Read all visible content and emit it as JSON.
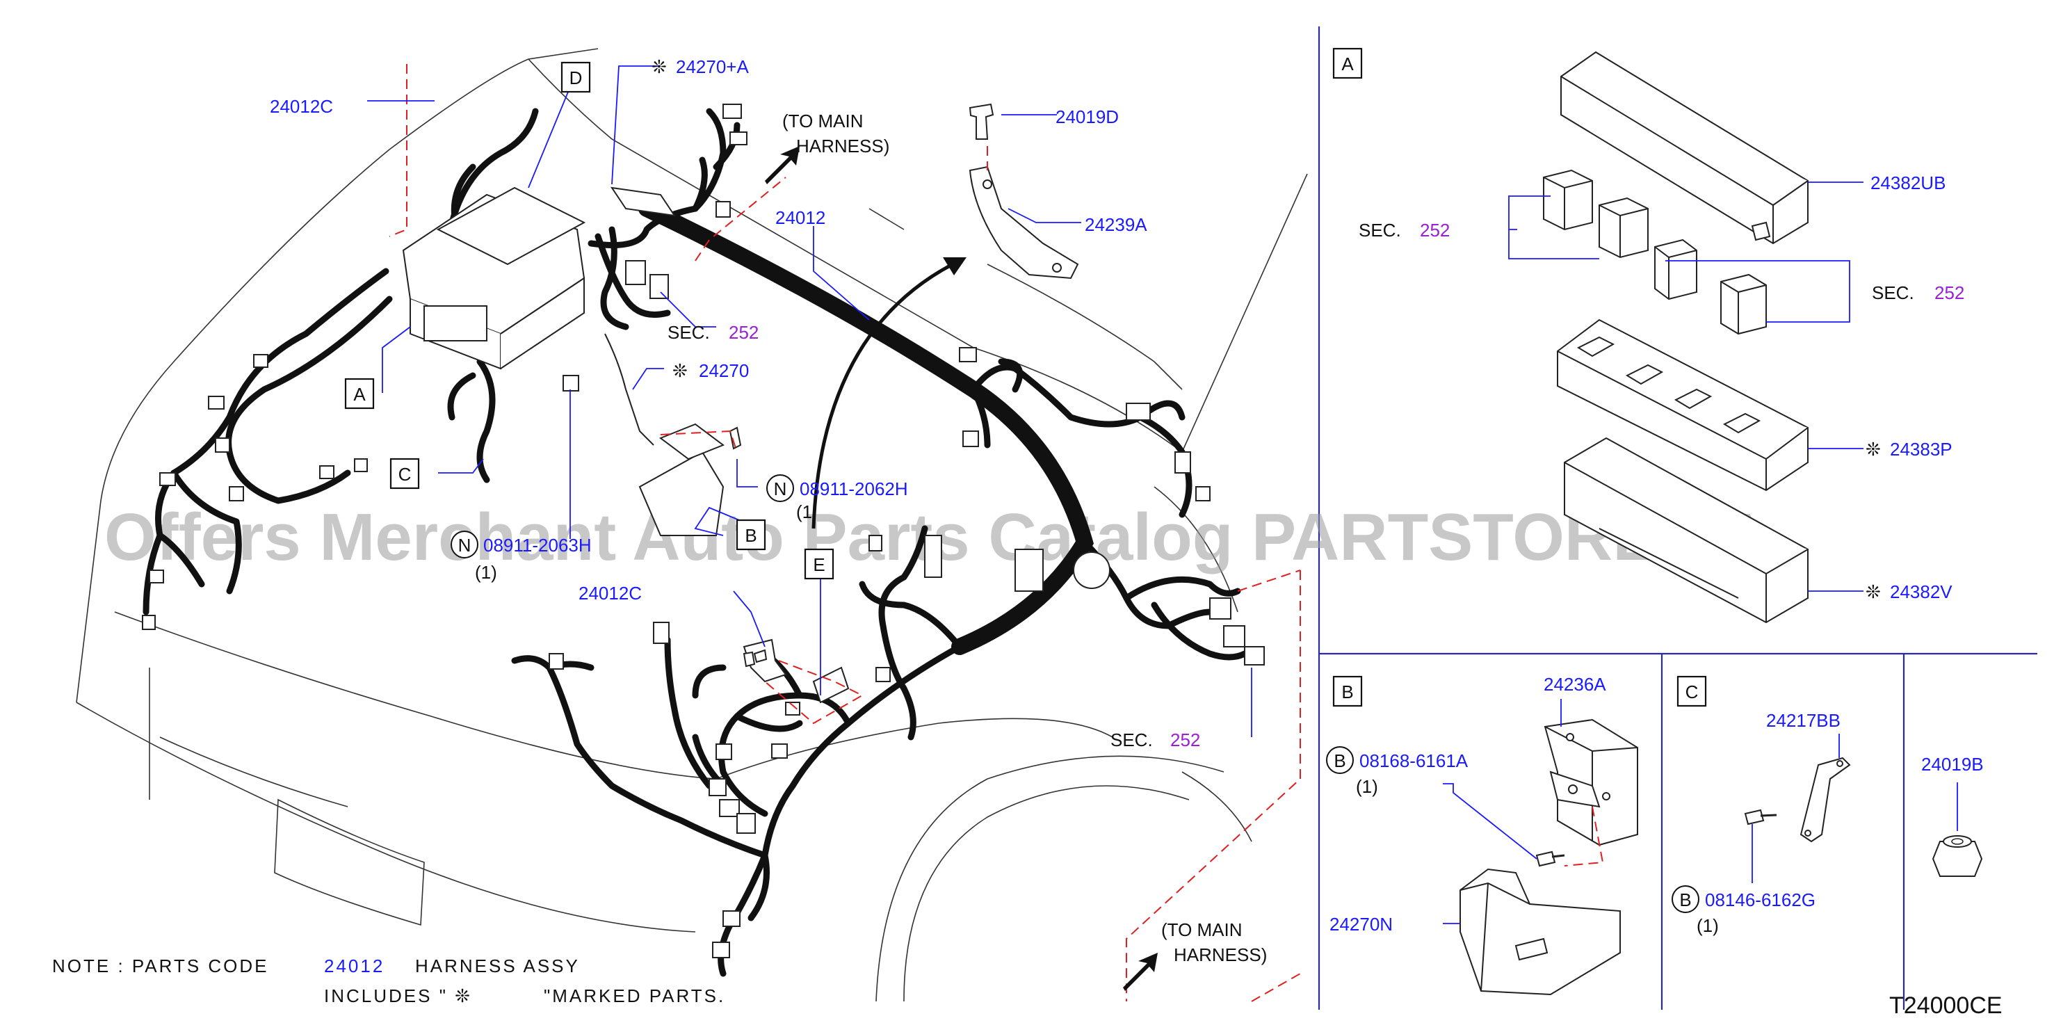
{
  "watermark": "Offers Merchant Auto Parts Catalog PARTSTORE.SA",
  "diagram_code": "T24000CE",
  "note": {
    "line1_prefix": "NOTE : PARTS CODE",
    "line1_code": "24012",
    "line1_suffix": "HARNESS ASSY",
    "line2_prefix": "INCLUDES \" ❊",
    "line2_suffix": "\"MARKED PARTS."
  },
  "symbols": {
    "marked": "❊",
    "sec": "SEC."
  },
  "callout_boxes": {
    "A": "A",
    "B": "B",
    "C": "C",
    "D": "D",
    "E": "E"
  },
  "main_view": {
    "p_24012C_top": "24012C",
    "p_24270A": "24270+A",
    "p_24019D": "24019D",
    "p_24239A": "24239A",
    "p_24012": "24012",
    "p_24270": "24270",
    "sec_252_a": "252",
    "sec_252_b": "252",
    "to_main_1_l1": "(TO MAIN",
    "to_main_1_l2": "HARNESS)",
    "to_main_2_l1": "(TO MAIN",
    "to_main_2_l2": "HARNESS)",
    "n_symbol": "N",
    "p_08911_a": "08911-2062H",
    "p_08911_a_qty": "(1",
    "p_08911_b": "08911-2063H",
    "p_08911_b_qty": "(1)",
    "p_24012C_mid": "24012C"
  },
  "panel_A": {
    "p_24382UB": "24382UB",
    "sec_252_a": "252",
    "sec_252_b": "252",
    "p_24383P": "24383P",
    "p_24382V": "24382V"
  },
  "panel_B": {
    "p_24236A": "24236A",
    "b_symbol": "B",
    "p_08168": "08168-6161A",
    "p_08168_qty": "(1)",
    "p_24270N": "24270N"
  },
  "panel_C": {
    "p_24217BB": "24217BB",
    "b_symbol": "B",
    "p_08146": "08146-6162G",
    "p_08146_qty": "(1)",
    "p_24019B": "24019B"
  }
}
